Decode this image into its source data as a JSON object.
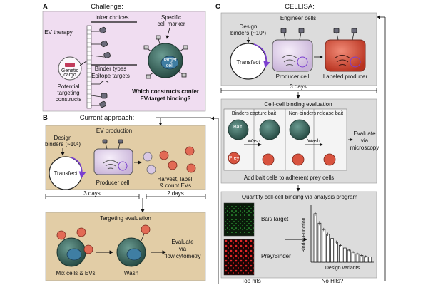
{
  "panel_a": {
    "letter": "A",
    "title": "Challenge:",
    "linker_choices": "Linker choices",
    "ev_therapy": "EV\ntherapy",
    "binder_types": "Binder types",
    "epitope_targets": "Epitope targets",
    "genetic_cargo": "Genetic\ncargo",
    "potential_constructs": "Potential\ntargeting\nconstructs",
    "specific_marker": "Specific\ncell marker",
    "target_cell": "Target\ncell",
    "question": "Which constructs confer\nEV-target binding?"
  },
  "panel_b": {
    "letter": "B",
    "title": "Current approach:",
    "ev_production": "EV production",
    "design_binders": "Design\nbinders (~10¹)",
    "transfect": "Transfect",
    "producer_cell": "Producer cell",
    "harvest": "Harvest, label,\n& count EVs",
    "days_3": "3 days",
    "days_2": "2 days",
    "targeting_eval": "Targeting evaluation",
    "mix": "Mix cells & EVs",
    "wash": "Wash",
    "evaluate": "Evaluate\nvia\nflow cytometry"
  },
  "panel_c": {
    "letter": "C",
    "title": "CELLISA:",
    "engineer": "Engineer cells",
    "design_binders": "Design\nbinders (~10³)",
    "transfect": "Transfect",
    "producer_cell": "Producer cell",
    "labeled_producer": "Labeled producer",
    "days_3": "3 days",
    "cc_title": "Cell-cell binding evaluation",
    "binders_capture": "Binders capture bait",
    "nonbinders_release": "Non-binders release bait",
    "bait": "Bait",
    "prey": "Prey",
    "wash": "Wash",
    "evaluate": "Evaluate\nvia\nmicroscopy",
    "add_bait": "Add bait cells to adherent prey cells",
    "quantify": "Quantify cell-cell binding via analysis program",
    "bait_target": "Bait/Target",
    "prey_binder": "Prey/Binder",
    "y_label": "Binder Function",
    "x_label": "Design variants",
    "top_hits": "Top hits",
    "no_hits": "No Hits?"
  },
  "chart_data": {
    "type": "bar",
    "xlabel": "Design variants",
    "ylabel": "Binder Function",
    "values": [
      0.92,
      0.74,
      0.62,
      0.53,
      0.45,
      0.38,
      0.32,
      0.27,
      0.23,
      0.19,
      0.16,
      0.13,
      0.11,
      0.1
    ],
    "error": [
      0.04,
      0.04,
      0.03,
      0.03,
      0.03,
      0.03,
      0.02,
      0.02,
      0.02,
      0.02,
      0.02,
      0.02,
      0.02,
      0.02
    ],
    "ylim": [
      0,
      1
    ]
  },
  "colors": {
    "panel_a_bg": "#f0ddf1",
    "panel_b_bg": "#e2cda6",
    "panel_c_bg": "#dcdcdc",
    "teal_cell": "#3d6f66",
    "red_cell": "#d8533f",
    "purple_arrow": "#7b3fd0",
    "producer_fill": "#e6d6ee"
  }
}
